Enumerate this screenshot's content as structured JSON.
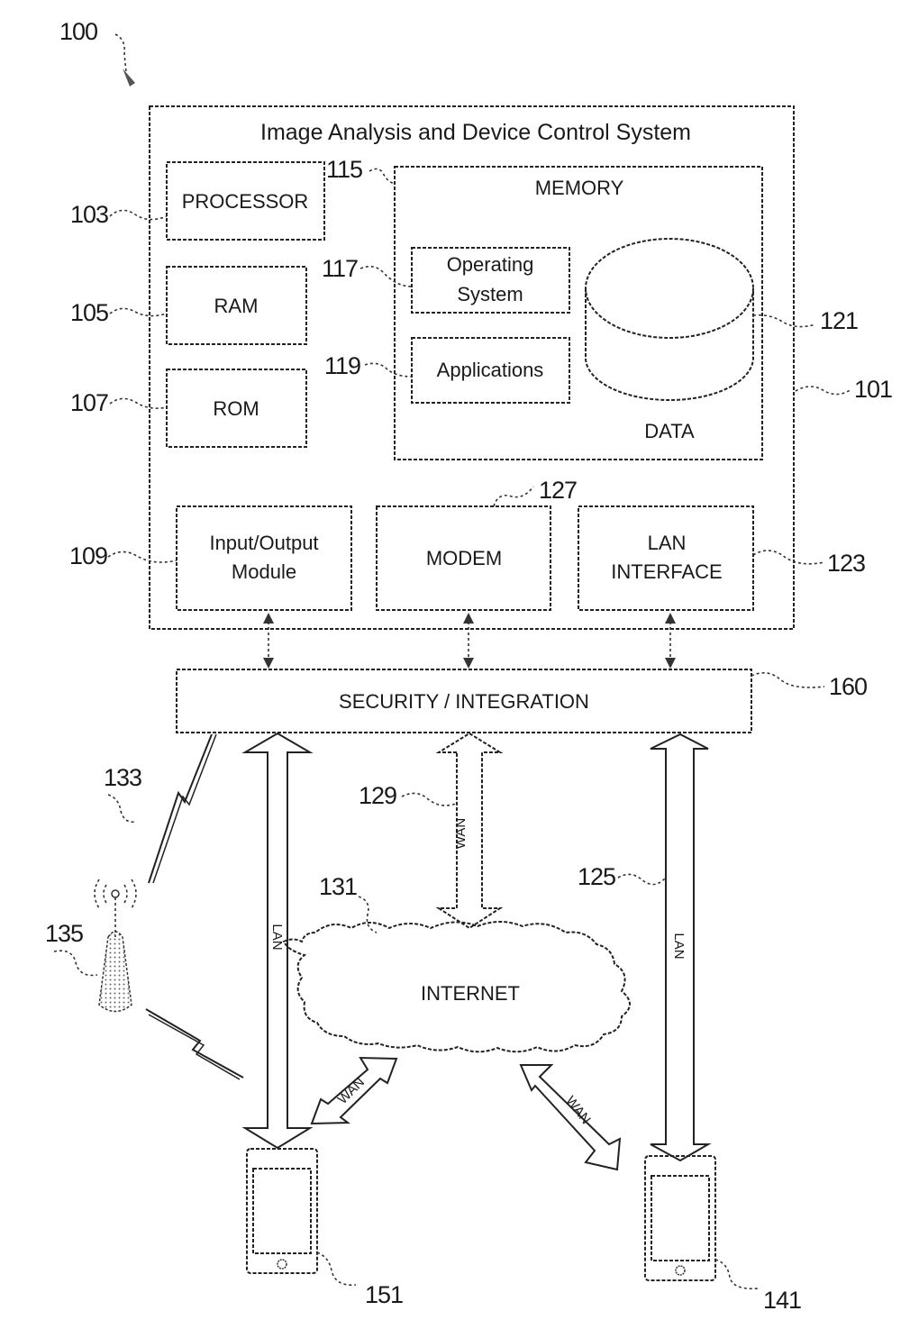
{
  "figure": {
    "ref": "100",
    "system": {
      "ref": "101",
      "title": "Image Analysis and Device Control System"
    },
    "processor": {
      "ref": "103",
      "label": "PROCESSOR"
    },
    "ram": {
      "ref": "105",
      "label": "RAM"
    },
    "rom": {
      "ref": "107",
      "label": "ROM"
    },
    "io_module": {
      "ref": "109",
      "label_line1": "Input/Output",
      "label_line2": "Module"
    },
    "memory": {
      "ref": "115",
      "label": "MEMORY",
      "operating_system": {
        "ref": "117",
        "label_line1": "Operating",
        "label_line2": "System"
      },
      "applications": {
        "ref": "119",
        "label": "Applications"
      },
      "data": {
        "ref": "121",
        "label": "DATA"
      }
    },
    "lan_interface": {
      "ref": "123",
      "label_line1": "LAN",
      "label_line2": "INTERFACE"
    },
    "modem": {
      "ref": "127",
      "label": "MODEM"
    },
    "security": {
      "ref": "160",
      "label": "SECURITY / INTEGRATION"
    },
    "lan_link_right": {
      "ref": "125",
      "label": "LAN"
    },
    "lan_link_left": {
      "label": "LAN"
    },
    "wan_link": {
      "ref": "129",
      "label": "WAN"
    },
    "wan_link_left": {
      "label": "WAN"
    },
    "wan_link_right": {
      "label": "WAN"
    },
    "internet": {
      "ref": "131",
      "label": "INTERNET"
    },
    "wireless_link": {
      "ref": "133"
    },
    "cell_tower": {
      "ref": "135"
    },
    "device_right": {
      "ref": "141"
    },
    "device_left": {
      "ref": "151"
    }
  }
}
